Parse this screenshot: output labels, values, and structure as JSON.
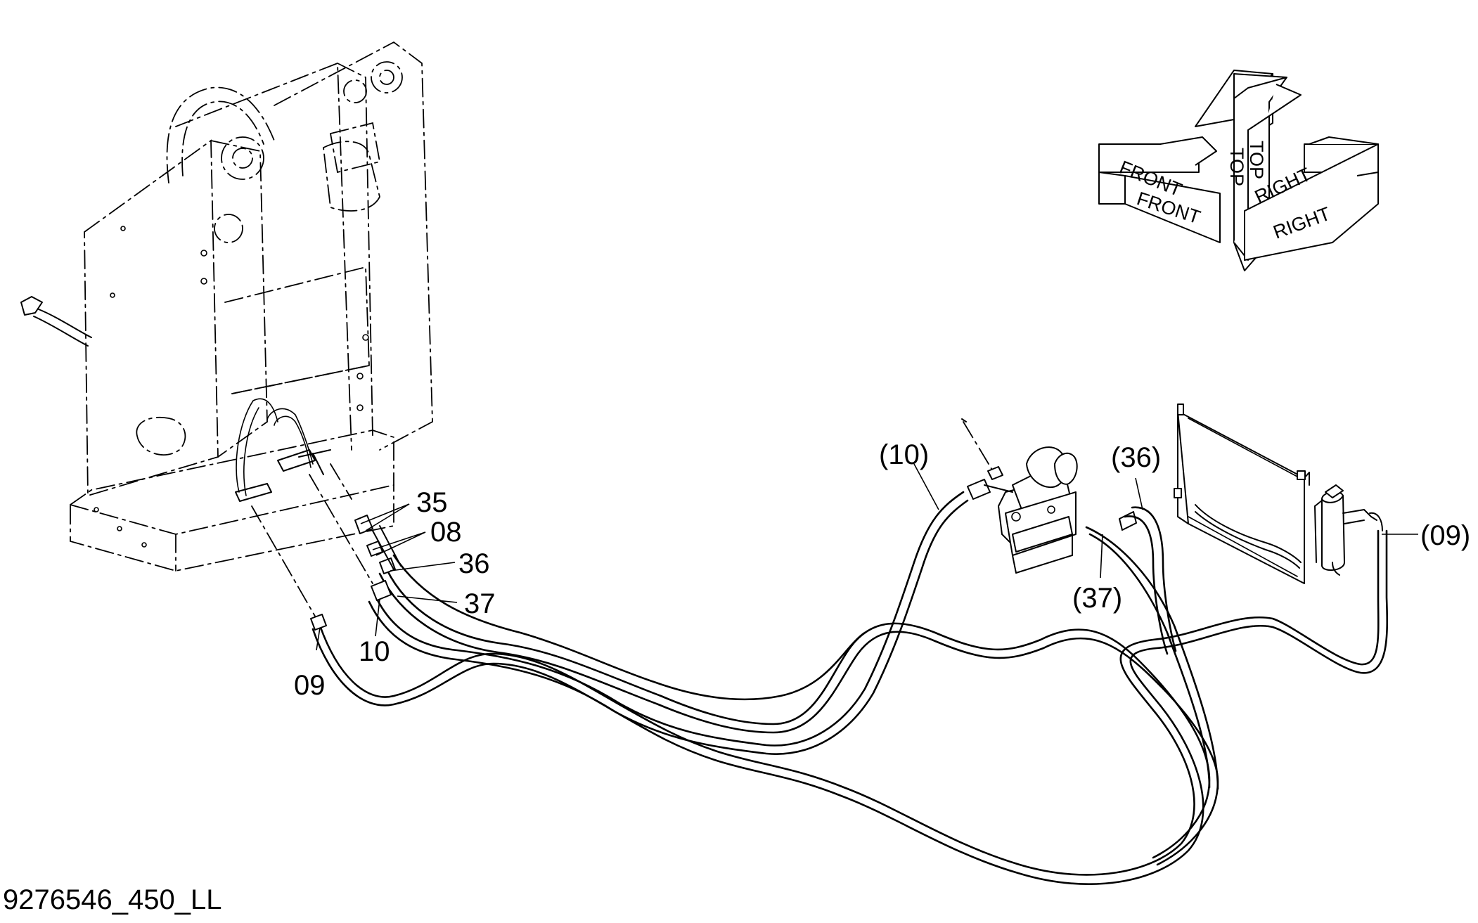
{
  "drawing_id": "9276546_450_LL",
  "callouts": {
    "c35": "35",
    "c08": "08",
    "c36": "36",
    "c37": "37",
    "c10": "10",
    "c09": "09",
    "p10": "(10)",
    "p36": "(36)",
    "p37": "(37)",
    "p09": "(09)"
  },
  "orientation": {
    "top": "TOP",
    "front": "FRONT",
    "right": "RIGHT"
  },
  "components": [
    "front-frame-bracket-assembly",
    "hose-bundle",
    "compressor",
    "condenser",
    "receiver-drier",
    "orientation-indicator"
  ]
}
